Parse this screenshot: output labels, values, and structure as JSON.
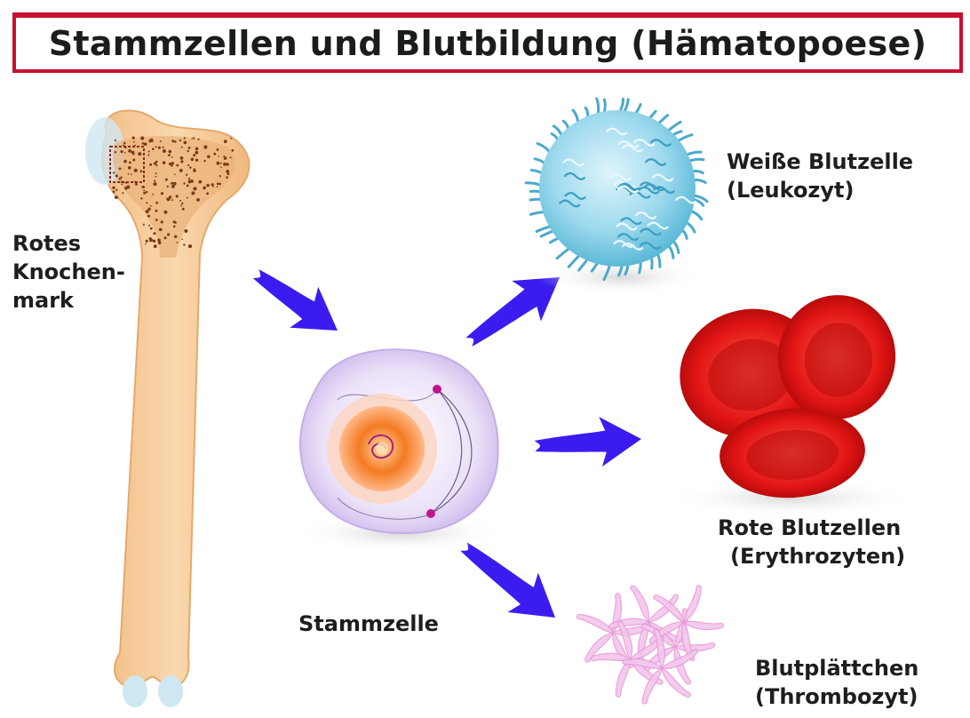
{
  "title": "Stammzellen und Blutbildung (Hämatopoese)",
  "labels": {
    "bone_line1": "Rotes",
    "bone_line2": "Knochen-",
    "bone_line3": "mark",
    "stem_cell": "Stammzelle",
    "white_line1": "Weiße Blutzelle",
    "white_line2": "(Leukozyt)",
    "red_line1": "Rote Blutzellen",
    "red_line2": "(Erythrozyten)",
    "platelet_line1": "Blutplättchen",
    "platelet_line2": "(Thrombozyt)"
  },
  "colors": {
    "title_border": "#c8102e",
    "arrow": "#3a1cf0",
    "bone": "#f7cfa0",
    "marrow_dots": "#7a3a1a",
    "stem_cell_body": "#e8dcf6",
    "stem_cell_nucleus": "#f06a1a",
    "leukocyte": "#8fd3ea",
    "erythrocyte": "#d40f0f",
    "thrombocyte": "#f3c6ec"
  }
}
